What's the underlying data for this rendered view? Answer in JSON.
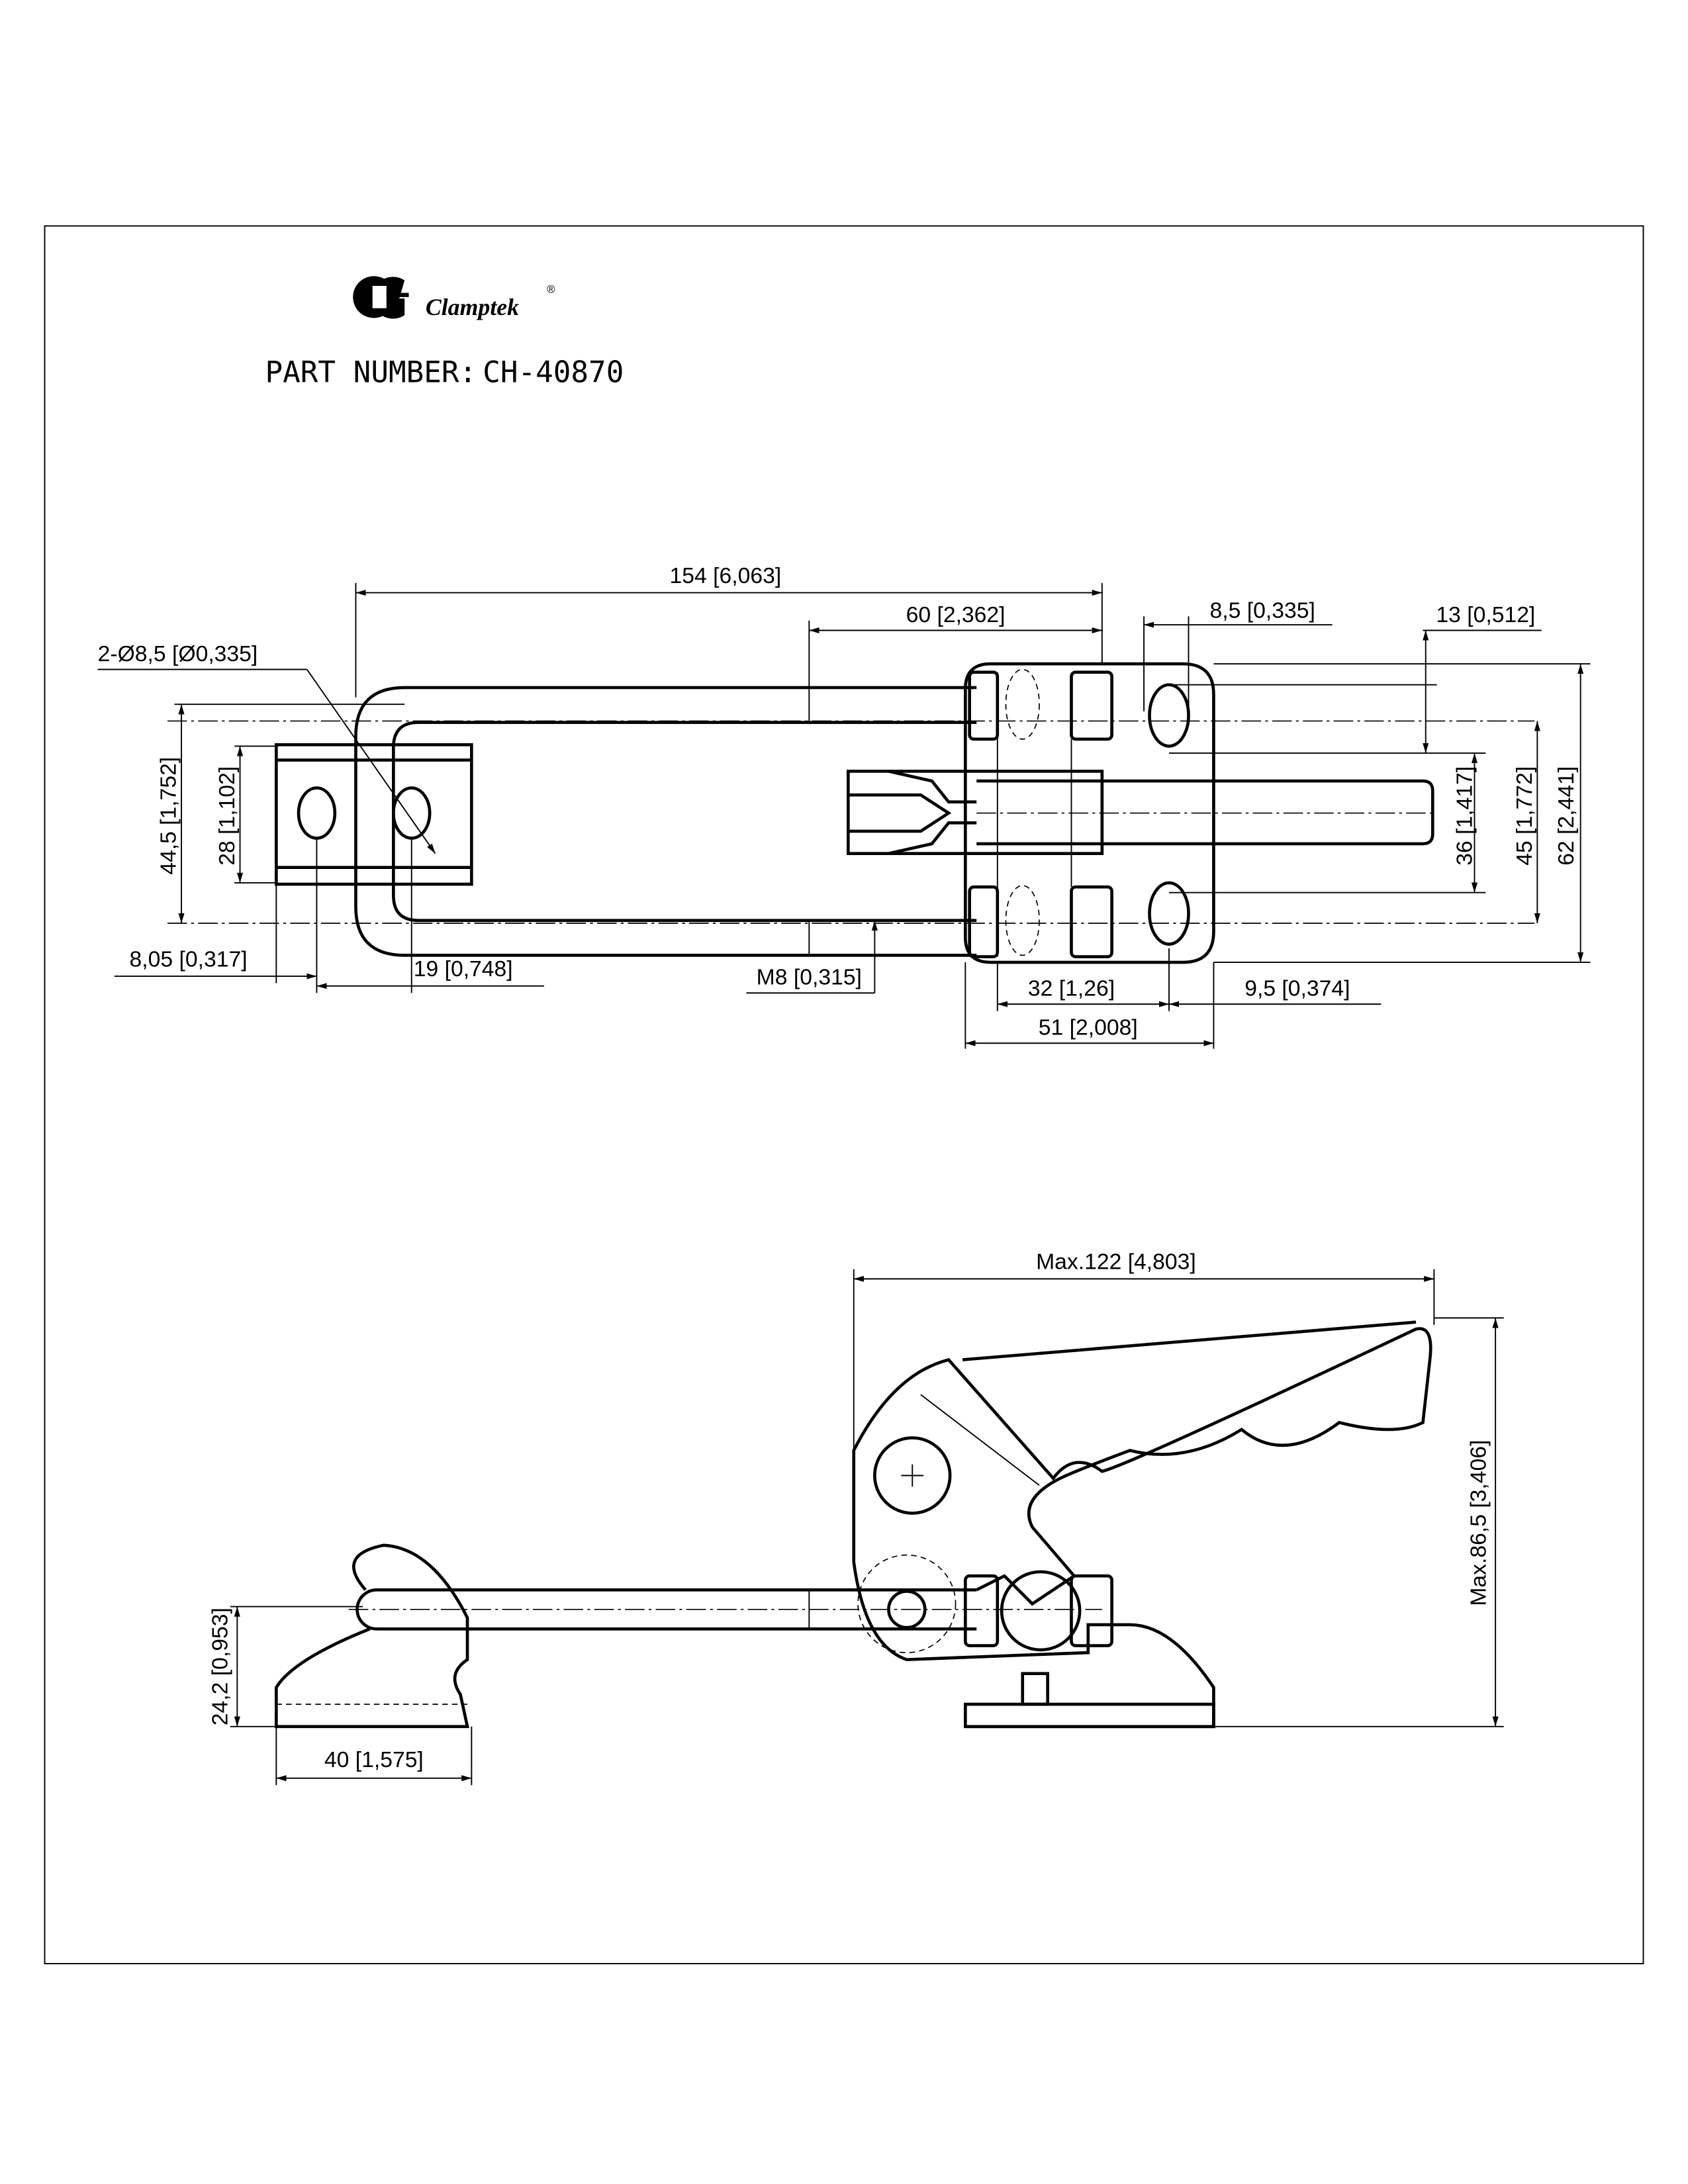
{
  "brand": {
    "name": "Clamptek",
    "registered": "®"
  },
  "part_number": {
    "label": "PART NUMBER:",
    "value": "CH-40870"
  },
  "top_view": {
    "dims": {
      "overall_length": "154 [6,063]",
      "thread_length": "60 [2,362]",
      "slot_width": "8,5 [0,335]",
      "slot_length": "13 [0,512]",
      "hole_dia": "2-Ø8,5 [Ø0,335]",
      "height_44": "44,5 [1,752]",
      "height_28": "28 [1,102]",
      "offset_8": "8,05 [0,317]",
      "offset_19": "19 [0,748]",
      "thread": "M8 [0,315]",
      "dim_32": "32 [1,26]",
      "dim_9": "9,5 [0,374]",
      "dim_51": "51 [2,008]",
      "dim_36": "36 [1,417]",
      "dim_45": "45 [1,772]",
      "dim_62": "62 [2,441]"
    }
  },
  "side_view": {
    "dims": {
      "max_length": "Max.122 [4,803]",
      "max_height": "Max.86,5 [3,406]",
      "hook_height": "24,2 [0,953]",
      "hook_length": "40 [1,575]"
    }
  }
}
